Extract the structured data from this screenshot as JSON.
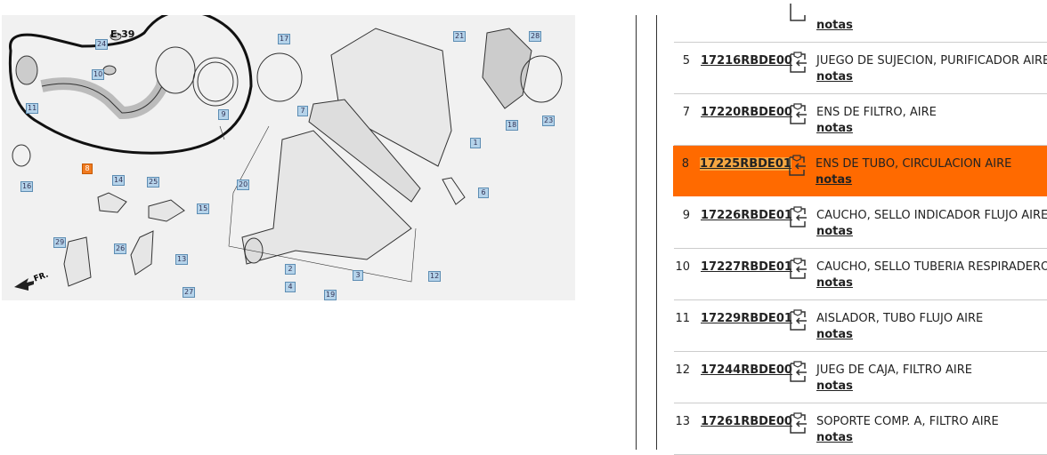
{
  "diagram": {
    "ref_label": "E-39",
    "callouts": [
      "24",
      "10",
      "11",
      "9",
      "17",
      "16",
      "8",
      "14",
      "25",
      "15",
      "26",
      "29",
      "13",
      "27",
      "20",
      "2",
      "4",
      "19",
      "3",
      "12",
      "7",
      "1",
      "6",
      "21",
      "28",
      "18",
      "23"
    ],
    "direction_label": "FR.",
    "selected_callout": "8",
    "highlight_color": "#f07a20"
  },
  "parts_table": {
    "top_partial_notes": "notas",
    "highlight_color": "#ff6a00",
    "rows": [
      {
        "ref": "5",
        "part_number": "17216RBDE00",
        "description": "JUEGO DE SUJECION, PURIFICADOR AIRE",
        "notes": "notas"
      },
      {
        "ref": "7",
        "part_number": "17220RBDE00",
        "description": "ENS DE FILTRO, AIRE",
        "notes": "notas"
      },
      {
        "ref": "8",
        "part_number": "17225RBDE01",
        "description": "ENS DE TUBO, CIRCULACION AIRE",
        "notes": "notas",
        "selected": true
      },
      {
        "ref": "9",
        "part_number": "17226RBDE01",
        "description": "CAUCHO, SELLO INDICADOR FLUJO AIRE",
        "notes": "notas"
      },
      {
        "ref": "10",
        "part_number": "17227RBDE01",
        "description": "CAUCHO, SELLO TUBERIA RESPIRADERO",
        "notes": "notas"
      },
      {
        "ref": "11",
        "part_number": "17229RBDE01",
        "description": "AISLADOR, TUBO FLUJO AIRE",
        "notes": "notas"
      },
      {
        "ref": "12",
        "part_number": "17244RBDE00",
        "description": "JUEG DE CAJA, FILTRO AIRE",
        "notes": "notas"
      },
      {
        "ref": "13",
        "part_number": "17261RBDE00",
        "description": "SOPORTE COMP. A, FILTRO AIRE",
        "notes": "notas"
      }
    ]
  }
}
